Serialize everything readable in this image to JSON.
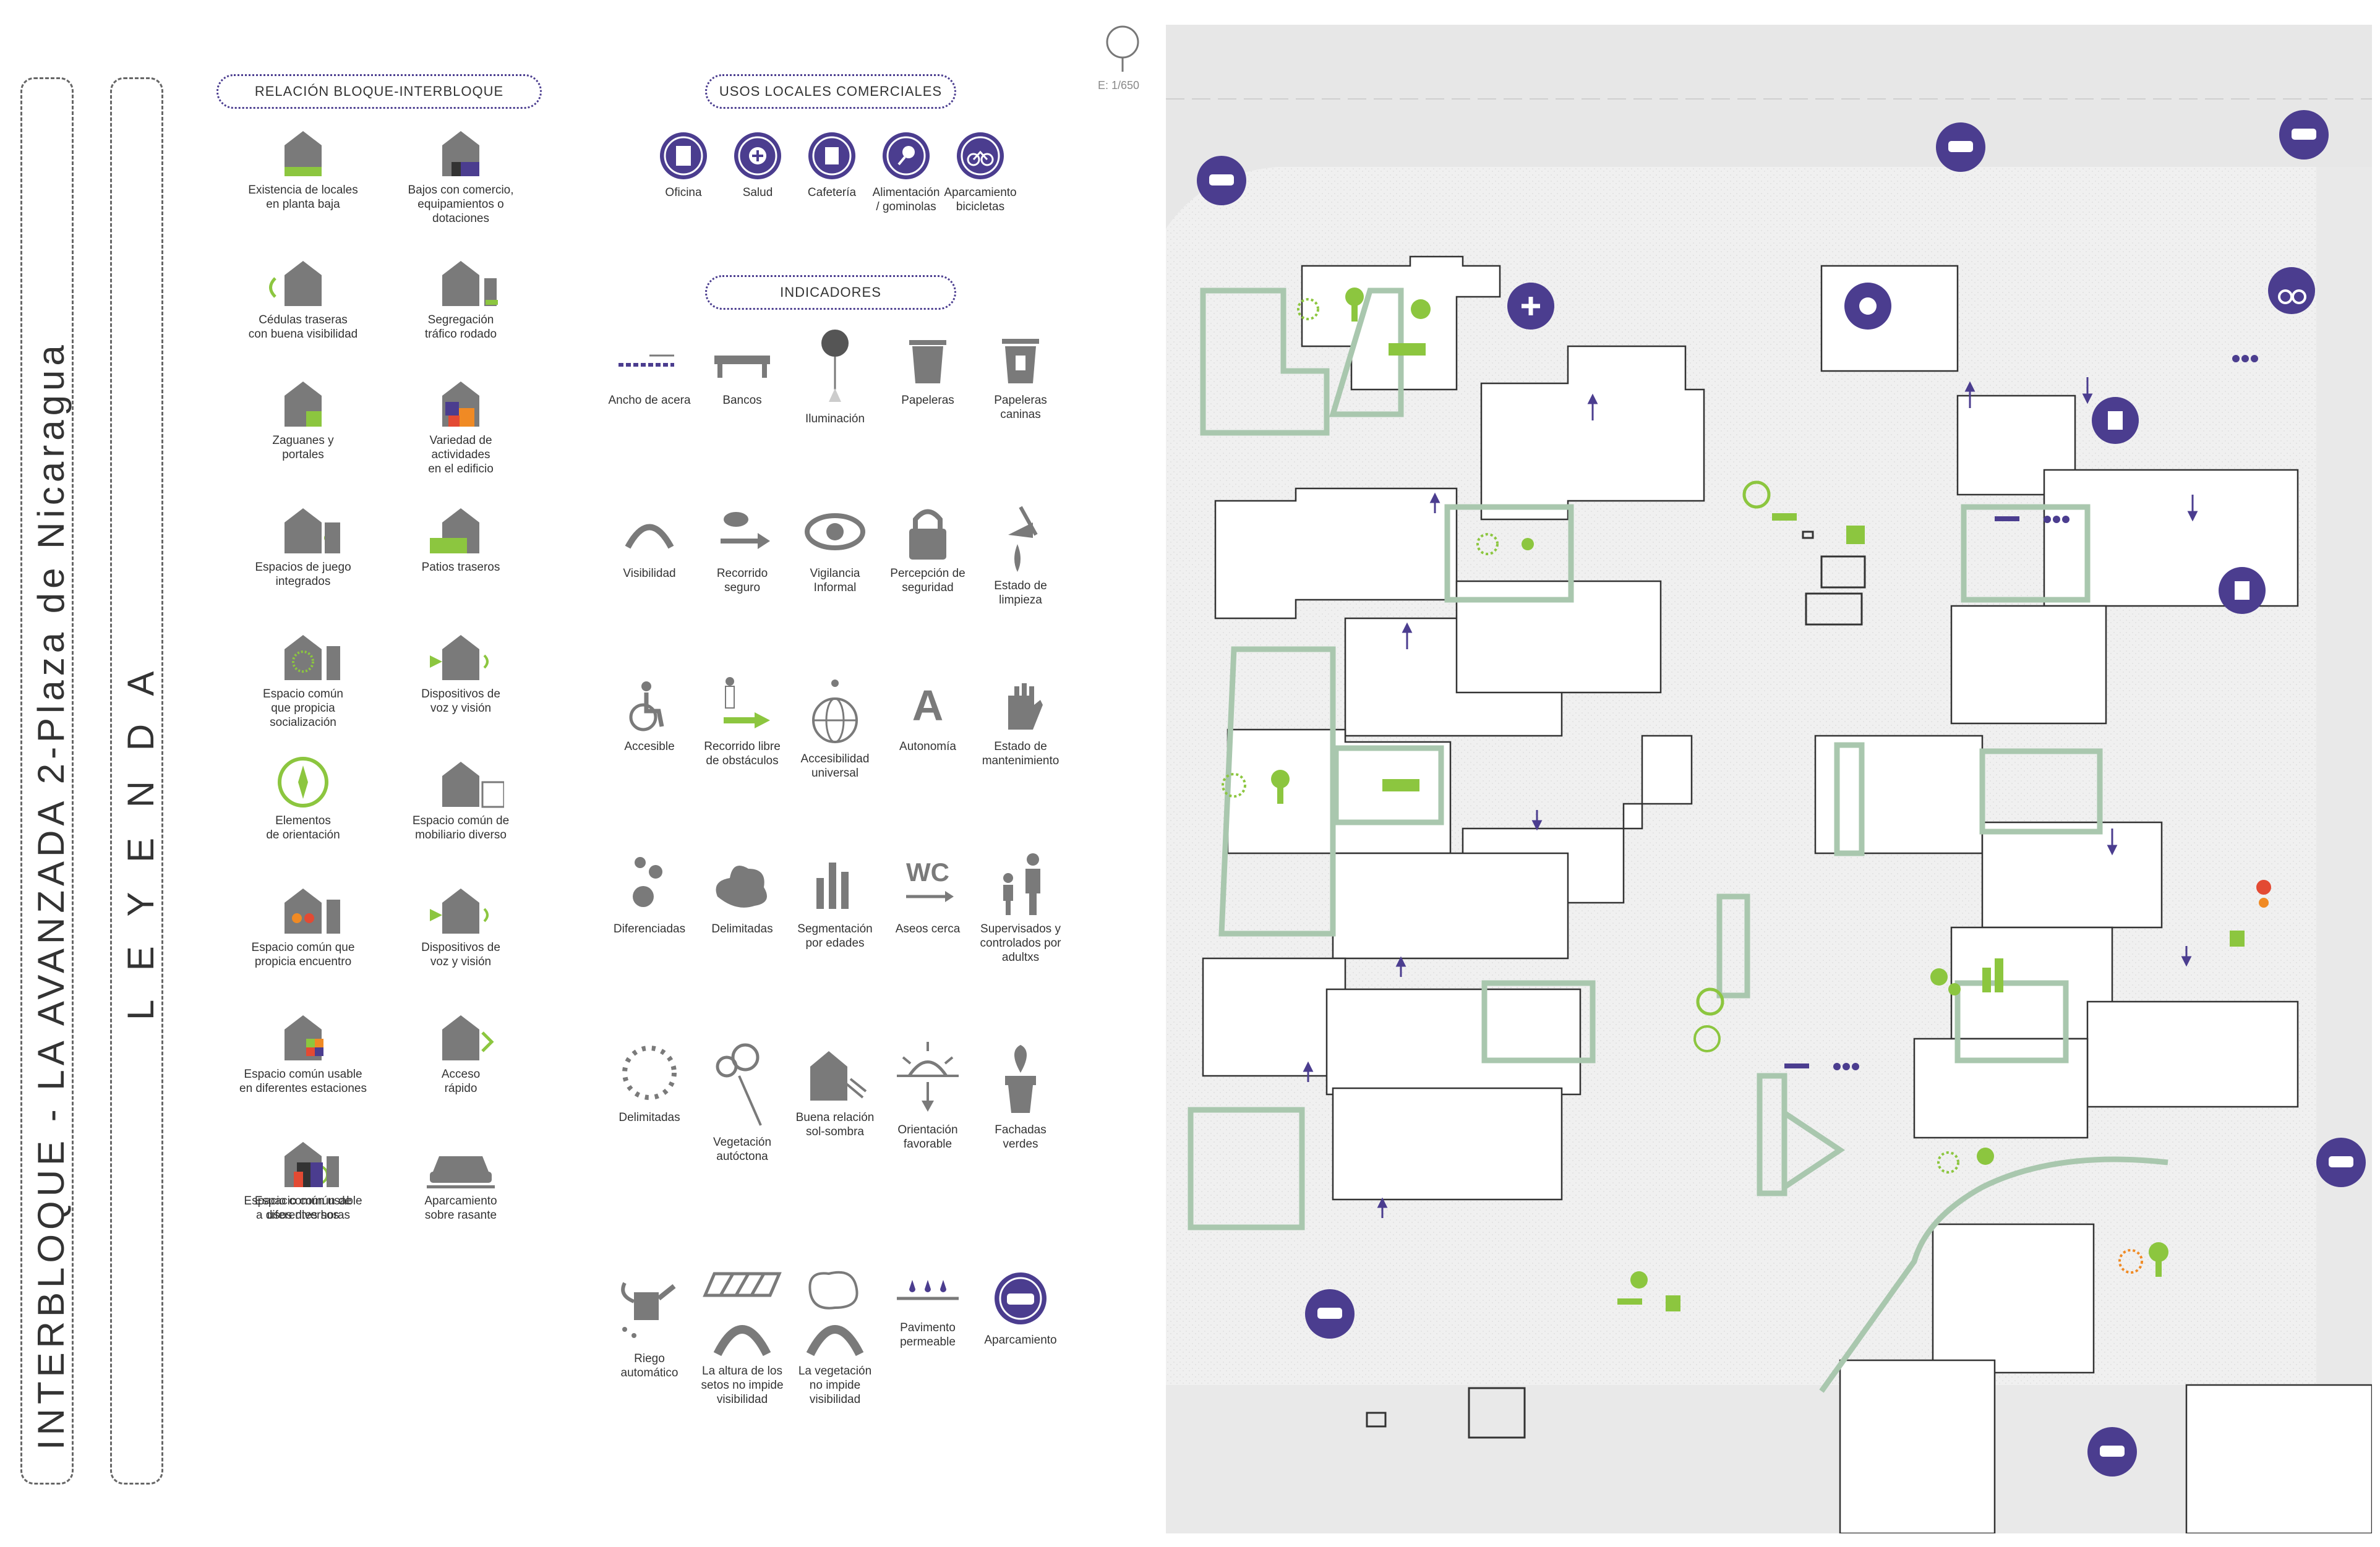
{
  "title": {
    "main": "INTERBLOQUE  -  LA AVANZADA 2-Plaza de Nicaragua",
    "legend": "L E Y E N D A"
  },
  "sections": {
    "relacion": "RELACIÓN BLOQUE-INTERBLOQUE",
    "usos": "USOS LOCALES COMERCIALES",
    "indicadores": "INDICADORES"
  },
  "scale": "E: 1/650",
  "relacion_items": [
    {
      "label": "Existencia de locales\nen planta baja",
      "icon": "house-green-base-icon"
    },
    {
      "label": "Bajos con comercio,\nequipamientos o\ndotaciones",
      "icon": "house-mixed-base-icon"
    },
    {
      "label": "Cédulas traseras\ncon buena visibilidad",
      "icon": "house-visibility-icon"
    },
    {
      "label": "Segregación\ntráfico rodado",
      "icon": "house-traffic-icon"
    },
    {
      "label": "Zaguanes y\nportales",
      "icon": "house-portal-icon"
    },
    {
      "label": "Variedad de\nactividades\nen el edificio",
      "icon": "house-activities-icon"
    },
    {
      "label": "Espacios de juego\nintegrados",
      "icon": "house-play-icon"
    },
    {
      "label": "Patios traseros",
      "icon": "house-backyard-icon"
    },
    {
      "label": "Espacio común\nque propicia\nsocialización",
      "icon": "house-social-icon"
    },
    {
      "label": "Dispositivos de\nvoz y visión",
      "icon": "house-voice-icon"
    },
    {
      "label": "Elementos\nde orientación",
      "icon": "compass-icon"
    },
    {
      "label": "Espacio común de\nmobiliario diverso",
      "icon": "house-furniture-icon"
    },
    {
      "label": "Espacio común que\npropicia encuentro",
      "icon": "house-meeting-icon"
    },
    {
      "label": "Dispositivos de\nvoz y visión",
      "icon": "house-voice-icon"
    },
    {
      "label": "Espacio común usable\nen diferentes estaciones",
      "icon": "house-seasons-icon"
    },
    {
      "label": "Acceso\nrápido",
      "icon": "house-access-icon"
    },
    {
      "label": "Espacio común usable\na diferentes horas",
      "icon": "house-clock-icon"
    },
    {
      "label": "Aparcamiento\nsobre rasante",
      "icon": "car-parking-icon"
    },
    {
      "label": "Espacio común de\nusos diversos",
      "icon": "house-uses-icon"
    }
  ],
  "usos_items": [
    {
      "label": "Oficina",
      "icon": "office-icon"
    },
    {
      "label": "Salud",
      "icon": "health-icon"
    },
    {
      "label": "Cafetería",
      "icon": "cafe-icon"
    },
    {
      "label": "Alimentación\n/ gominolas",
      "icon": "food-icon"
    },
    {
      "label": "Aparcamiento\nbicicletas",
      "icon": "bicycle-icon"
    }
  ],
  "indicadores_items": [
    {
      "label": "Ancho de acera",
      "icon": "sidewalk-width-icon"
    },
    {
      "label": "Bancos",
      "icon": "bench-icon"
    },
    {
      "label": "Iluminación",
      "icon": "lamp-icon"
    },
    {
      "label": "Papeleras",
      "icon": "bin-icon"
    },
    {
      "label": "Papeleras\ncaninas",
      "icon": "dog-bin-icon"
    },
    {
      "label": "Visibilidad",
      "icon": "visibility-icon"
    },
    {
      "label": "Recorrido\nseguro",
      "icon": "safe-route-icon"
    },
    {
      "label": "Vigilancia\nInformal",
      "icon": "eye-icon"
    },
    {
      "label": "Percepción de\nseguridad",
      "icon": "lock-icon"
    },
    {
      "label": "Estado de\nlimpieza",
      "icon": "broom-icon"
    },
    {
      "label": "Accesible",
      "icon": "wheelchair-icon"
    },
    {
      "label": "Recorrido libre\nde obstáculos",
      "icon": "free-path-icon"
    },
    {
      "label": "Accesibilidad\nuniversal",
      "icon": "globe-access-icon"
    },
    {
      "label": "Autonomía",
      "icon": "letter-a-icon"
    },
    {
      "label": "Estado de\nmantenimiento",
      "icon": "hand-icon"
    },
    {
      "label": "Diferenciadas",
      "icon": "dots-icon"
    },
    {
      "label": "Delimitadas",
      "icon": "blob-icon"
    },
    {
      "label": "Segmentación\npor edades",
      "icon": "bars-icon"
    },
    {
      "label": "Aseos cerca",
      "icon": "wc-icon"
    },
    {
      "label": "Supervisados y\ncontrolados por\nadultxs",
      "icon": "family-icon"
    },
    {
      "label": "Delimitadas",
      "icon": "dotted-circle-icon"
    },
    {
      "label": "Vegetación\nautóctona",
      "icon": "plant-native-icon"
    },
    {
      "label": "Buena relación\nsol-sombra",
      "icon": "sun-shade-icon"
    },
    {
      "label": "Orientación\nfavorable",
      "icon": "sun-orientation-icon"
    },
    {
      "label": "Fachadas\nverdes",
      "icon": "green-facade-icon"
    },
    {
      "label": "Riego\nautomático",
      "icon": "watering-can-icon"
    },
    {
      "label": "La altura de los\nsetos no impide\nvisibilidad",
      "icon": "hedge-height-icon"
    },
    {
      "label": "La vegetación\nno impide\nvisibilidad",
      "icon": "vegetation-visibility-icon"
    },
    {
      "label": "Pavimento\npermeable",
      "icon": "permeable-pavement-icon"
    },
    {
      "label": "Aparcamiento",
      "icon": "parking-car-icon"
    }
  ],
  "colors": {
    "purple": "#4b3d8f",
    "green": "#8cc63f",
    "gray_icon": "#7a7a7a",
    "hedge": "#a9c7ae",
    "orange": "#f08a24",
    "red": "#e34a33"
  }
}
